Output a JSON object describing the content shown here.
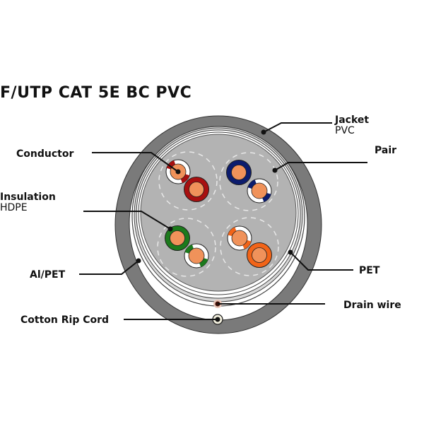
{
  "title": "F/UTP CAT 5E BC PVC",
  "labels": {
    "jacket": {
      "name": "Jacket",
      "material": "PVC"
    },
    "pair": {
      "name": "Pair"
    },
    "conductor": {
      "name": "Conductor"
    },
    "insulation": {
      "name": "Insulation",
      "material": "HDPE"
    },
    "al_pet": {
      "name": "Al/PET"
    },
    "pet": {
      "name": "PET"
    },
    "drain_wire": {
      "name": "Drain wire"
    },
    "rip_cord": {
      "name": "Cotton Rip Cord"
    }
  },
  "colors": {
    "jacket": "#7a7a7a",
    "core": "#b3b3b3",
    "conductor": "#f0925a",
    "pairs": [
      {
        "name": "brown-red pair",
        "solid": "#a81010",
        "stripe": "#a81010"
      },
      {
        "name": "blue pair",
        "solid": "#0c1c6e",
        "stripe": "#0c1c6e"
      },
      {
        "name": "green pair",
        "solid": "#1c7a1c",
        "stripe": "#1c7a1c"
      },
      {
        "name": "orange pair",
        "solid": "#f26418",
        "stripe": "#f26418"
      }
    ]
  }
}
